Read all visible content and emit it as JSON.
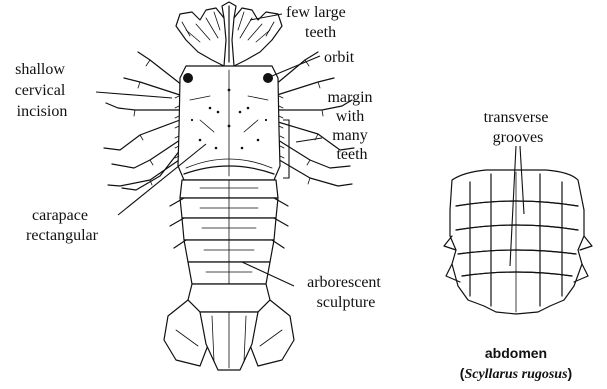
{
  "title": "",
  "labels": {
    "few_large_teeth": [
      "few large",
      "teeth"
    ],
    "orbit": "orbit",
    "shallow_cervical_incision": [
      "shallow",
      "cervical",
      "incision"
    ],
    "margin_with_many_teeth": [
      "margin",
      "with",
      "many",
      "teeth"
    ],
    "carapace_rectangular": [
      "carapace",
      "rectangular"
    ],
    "arborescent_sculpture": [
      "arborescent",
      "sculpture"
    ],
    "transverse_grooves": [
      "transverse",
      "grooves"
    ]
  },
  "caption": {
    "title": "abdomen",
    "open_paren": "(",
    "species": "Scyllarus rugosus",
    "close_paren": ")"
  }
}
